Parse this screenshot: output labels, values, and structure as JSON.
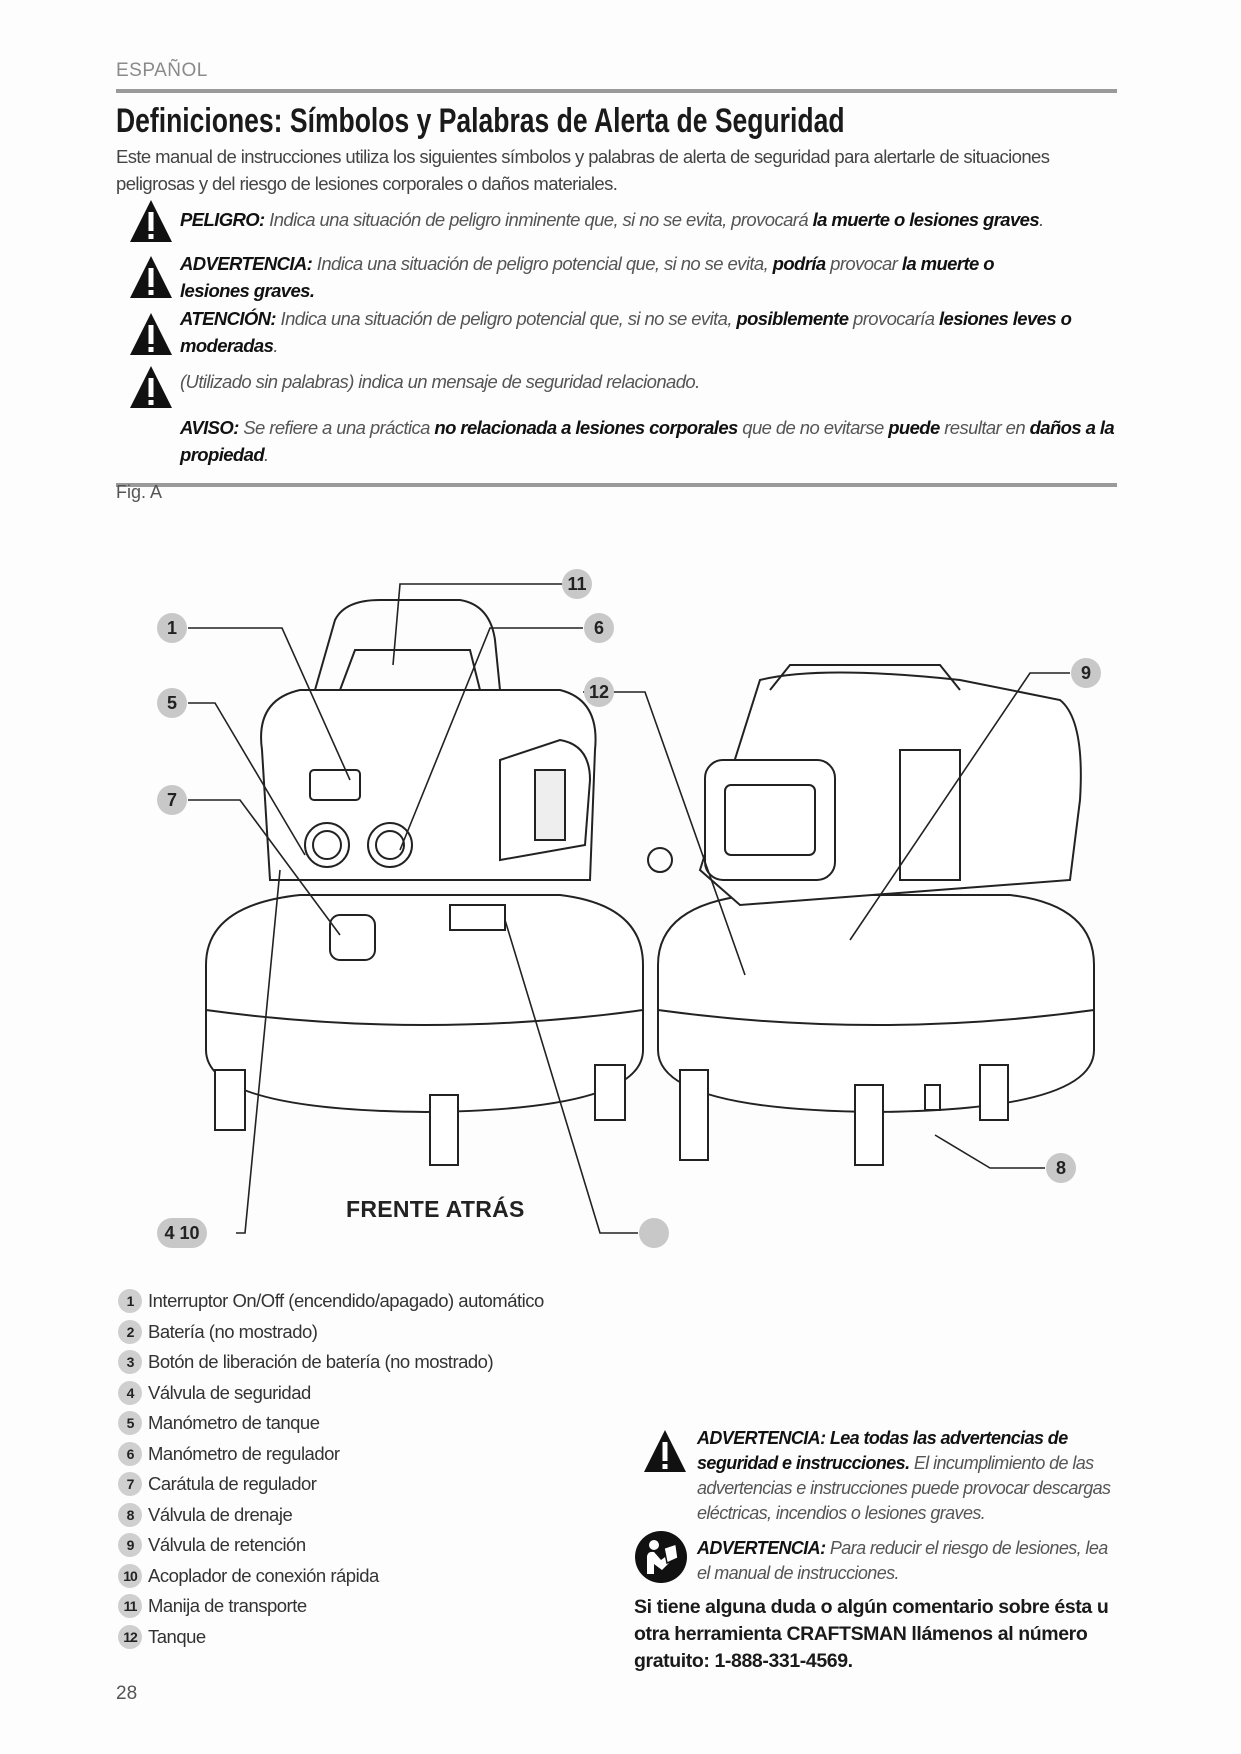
{
  "header": {
    "language": "ESPAÑOL"
  },
  "title": "Definiciones: Símbolos y Palabras de Alerta de Seguridad",
  "intro": "Este manual de instrucciones utiliza los siguientes símbolos y palabras de alerta de seguridad para alertarle de situaciones peligrosas y del riesgo de lesiones corporales o daños materiales.",
  "warnings": [
    {
      "segments": [
        {
          "text": "PELIGRO:",
          "bold": true
        },
        {
          "text": " Indica una situación de peligro inminente que, si no se evita, provocará "
        },
        {
          "text": "la muerte o lesiones graves",
          "bold": true
        },
        {
          "text": "."
        }
      ]
    },
    {
      "segments": [
        {
          "text": "ADVERTENCIA:",
          "bold": true
        },
        {
          "text": " Indica una situación de peligro potencial que, si no se evita, "
        },
        {
          "text": "podría",
          "bold": true
        },
        {
          "text": " provocar "
        },
        {
          "text": "la muerte o lesiones graves.",
          "bold": true
        }
      ]
    },
    {
      "segments": [
        {
          "text": "ATENCIÓN:",
          "bold": true
        },
        {
          "text": " Indica una situación de peligro potencial que, si no se evita, "
        },
        {
          "text": "posiblemente",
          "bold": true
        },
        {
          "text": " provocaría "
        },
        {
          "text": "lesiones leves o moderadas",
          "bold": true
        },
        {
          "text": "."
        }
      ]
    },
    {
      "segments": [
        {
          "text": "(Utilizado sin palabras) indica un mensaje de seguridad relacionado."
        }
      ]
    },
    {
      "segments": [
        {
          "text": "AVISO:",
          "bold": true
        },
        {
          "text": " Se refiere a una práctica "
        },
        {
          "text": "no relacionada a lesiones corporales",
          "bold": true
        },
        {
          "text": " que de no evitarse "
        },
        {
          "text": "puede",
          "bold": true
        },
        {
          "text": " resultar en "
        },
        {
          "text": "daños a la propiedad",
          "bold": true
        },
        {
          "text": "."
        }
      ]
    }
  ],
  "figure": {
    "label": "Fig. A",
    "caption": "FRENTE ATRÁS",
    "callouts": {
      "c1": "1",
      "c5": "5",
      "c7": "7",
      "c11": "11",
      "c6": "6",
      "c12": "12",
      "c9": "9",
      "c8": "8",
      "c410": "4 10",
      "cblank": ""
    }
  },
  "parts": [
    {
      "num": "1",
      "label": "Interruptor On/Off (encendido/apagado) automático"
    },
    {
      "num": "2",
      "label": "Batería (no mostrado)"
    },
    {
      "num": "3",
      "label": "Botón de liberación de batería (no mostrado)"
    },
    {
      "num": "4",
      "label": "Válvula de seguridad"
    },
    {
      "num": "5",
      "label": "Manómetro de tanque"
    },
    {
      "num": "6",
      "label": "Manómetro de regulador"
    },
    {
      "num": "7",
      "label": "Carátula de regulador"
    },
    {
      "num": "8",
      "label": "Válvula de drenaje"
    },
    {
      "num": "9",
      "label": "Válvula de retención"
    },
    {
      "num": "10",
      "label": "Acoplador de conexión rápida"
    },
    {
      "num": "11",
      "label": "Manija de transporte"
    },
    {
      "num": "12",
      "label": "Tanque"
    }
  ],
  "notice": {
    "warning1": [
      {
        "text": "ADVERTENCIA: Lea todas las advertencias de seguridad e instrucciones.",
        "bold": true
      },
      {
        "text": " El incumplimiento de las advertencias e instrucciones puede provocar descargas eléctricas, incendios o lesiones graves."
      }
    ],
    "warning2": [
      {
        "text": "ADVERTENCIA:",
        "bold": true
      },
      {
        "text": " Para reducir el riesgo de lesiones, lea el manual de instrucciones."
      }
    ],
    "contact": "Si tiene alguna duda o algún comentario sobre ésta u otra herramienta CRAFTSMAN llámenos al número gratuito: 1-888-331-4569."
  },
  "page_number": "28"
}
